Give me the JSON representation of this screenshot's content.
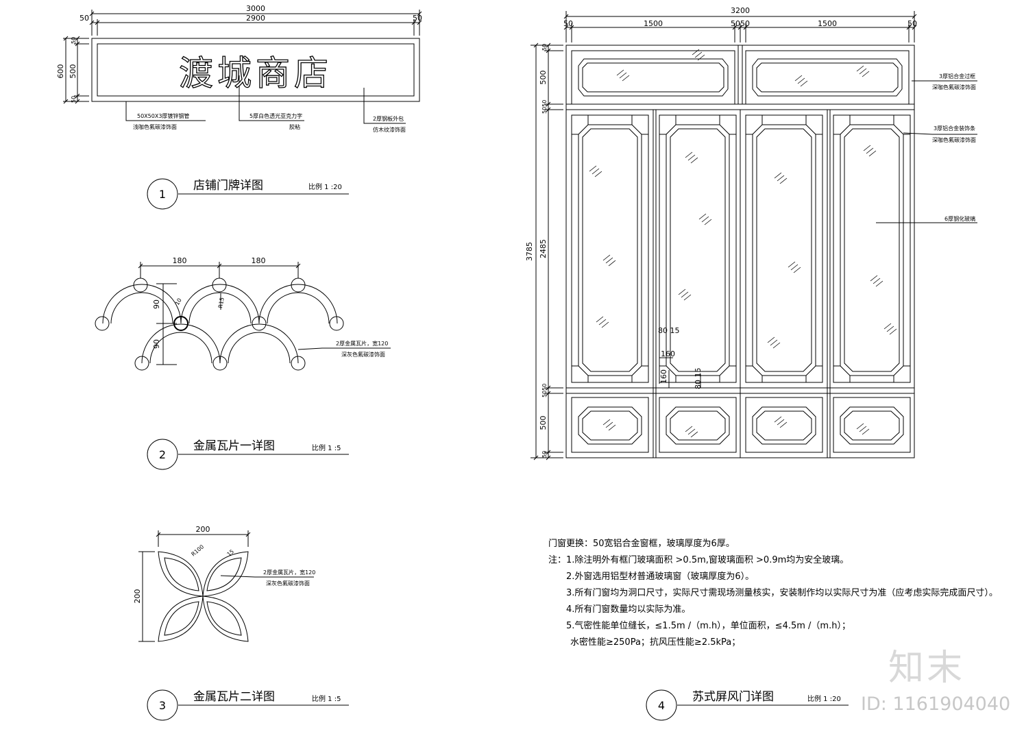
{
  "watermark": {
    "brand": "知末",
    "id": "ID: 1161904040"
  },
  "sign": {
    "text": "渡城商店",
    "dims": {
      "total": "3000",
      "inner": "2900",
      "left": "50",
      "right": "50",
      "height": "600",
      "mid": "500",
      "top": "50",
      "bot": "50"
    },
    "labels": [
      {
        "line1": "50X50X3厚镀锌钢管",
        "line2": "浅咖色氟碳漆饰面"
      },
      {
        "line1": "5厚白色透光亚克力字",
        "line2": "胶粘"
      },
      {
        "line1": "2厚钢板外包",
        "line2": "仿木纹漆饰面"
      }
    ]
  },
  "drawings": [
    {
      "num": "1",
      "title": "店铺门牌详图",
      "scale": "比例  1 :20"
    },
    {
      "num": "2",
      "title": "金属瓦片一详图",
      "scale": "比例  1 :5"
    },
    {
      "num": "3",
      "title": "金属瓦片二详图",
      "scale": "比例  1 :5"
    },
    {
      "num": "4",
      "title": "苏式屏风门详图",
      "scale": "比例  1 :20"
    }
  ],
  "tile1": {
    "w1": "180",
    "w2": "180",
    "h1": "90",
    "h2": "90",
    "r": "R15",
    "t": "10",
    "label1": "2厚金属瓦片，宽120",
    "label2": "深灰色氟碳漆饰面"
  },
  "tile2": {
    "w": "200",
    "h": "200",
    "r": "R100",
    "t": "15",
    "label1": "2厚金属瓦片，宽120",
    "label2": "深灰色氟碳漆饰面"
  },
  "door": {
    "top": {
      "total": "3200",
      "a": "50",
      "b": "1500",
      "c": "5050",
      "d": "1500",
      "e": "50"
    },
    "left": {
      "total": "3785",
      "v1": "50",
      "v2": "500",
      "v3": "5050",
      "v4": "2485",
      "v5": "5050",
      "v6": "500",
      "v7": "50"
    },
    "inner": {
      "a": "80 15",
      "b": "160",
      "c": "160",
      "d": "80 15"
    },
    "labels": [
      {
        "line1": "3厚铝合金过框",
        "line2": "深咖色氟碳漆饰面"
      },
      {
        "line1": "3厚铝合金装饰条",
        "line2": "深咖色氟碳漆饰面"
      },
      {
        "line1": "6厚钢化玻璃",
        "line2": ""
      }
    ]
  },
  "notes": [
    "门窗更换：50宽铝合金窗框，玻璃厚度为6厚。",
    "注：1.除注明外有框门玻璃面积  >0.5m,窗玻璃面积  >0.9m均为安全玻璃。",
    "2.外窗选用铝型材普通玻璃窗（玻璃厚度为6）。",
    "3.所有门窗均为洞口尺寸，实际尺寸需现场测量核实，安装制作均以实际尺寸为准（应考虑实际完成面尺寸）。",
    "4.所有门窗数量均以实际为准。",
    "5.气密性能单位缝长，≤1.5m  /（m.h），单位面积，≤4.5m  /（m.h）；",
    "水密性能≥250Pa；抗风压性能≥2.5kPa；"
  ]
}
